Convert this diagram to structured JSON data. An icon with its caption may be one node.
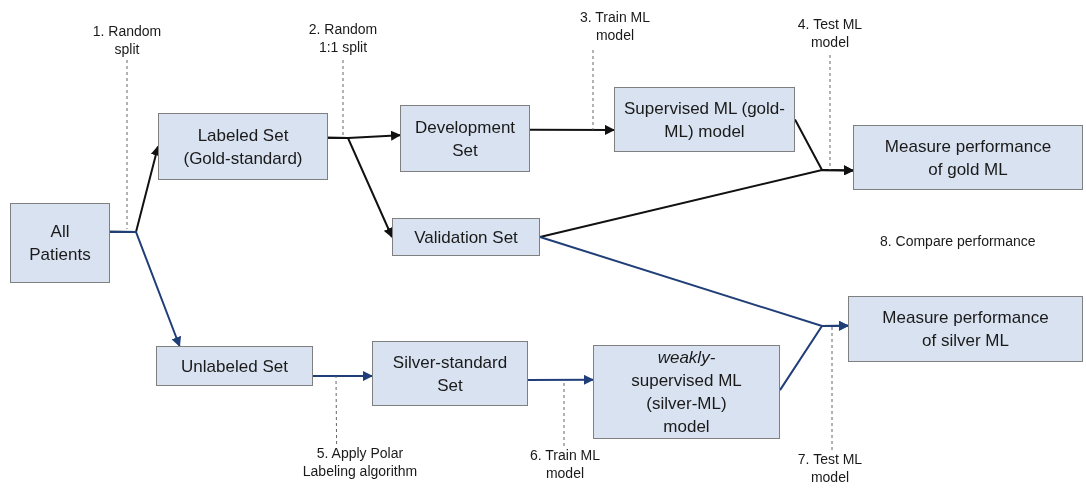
{
  "diagram": {
    "nodes": [
      {
        "text": [
          "All Patients"
        ]
      },
      {
        "text": [
          "Labeled Set (Gold-standard)"
        ]
      },
      {
        "text": [
          "Unlabeled Set"
        ]
      },
      {
        "text": [
          "Development Set"
        ]
      },
      {
        "text": [
          "Validation Set"
        ]
      },
      {
        "text": [
          "Silver-standard Set"
        ]
      },
      {
        "text": [
          "Supervised ML (gold-ML) model"
        ]
      },
      {
        "text": [
          "*weakly-* supervised ML (silver-ML) model"
        ]
      },
      {
        "text": [
          "Measure performance of gold ML"
        ]
      },
      {
        "text": [
          "Measure performance of silver ML"
        ]
      },
      {
        "text": [
          "1. Random split"
        ]
      },
      {
        "text": [
          "2. Random 1:1 split"
        ]
      },
      {
        "text": [
          "3. Train ML model"
        ]
      },
      {
        "text": [
          "4. Test ML model"
        ]
      },
      {
        "text": [
          "5. Apply Polar Labeling algorithm"
        ]
      },
      {
        "text": [
          "6. Train ML model"
        ]
      },
      {
        "text": [
          "7. Test ML model"
        ]
      }
    ],
    "edges": [
      {
        "from": 0,
        "to": 1,
        "arrow": "to"
      },
      {
        "from": 0,
        "to": 2,
        "arrow": "to",
        "color": "#203f78"
      },
      {
        "from": 1,
        "to": 3,
        "arrow": "to"
      },
      {
        "from": 1,
        "to": 4,
        "arrow": "to"
      },
      {
        "from": 3,
        "to": 6,
        "arrow": "to"
      },
      {
        "from": 6,
        "to": 8,
        "arrow": "to"
      },
      {
        "from": 4,
        "to": 8,
        "arrow": "to"
      },
      {
        "from": 2,
        "to": 5,
        "arrow": "to",
        "color": "#203f78"
      },
      {
        "from": 5,
        "to": 7,
        "arrow": "to",
        "color": "#203f78"
      },
      {
        "from": 4,
        "to": 9,
        "arrow": "to",
        "color": "#203f78"
      },
      {
        "from": 7,
        "to": 9,
        "arrow": "to",
        "color": "#203f78"
      },
      {
        "from": 10,
        "to": null,
        "arrow": "none",
        "style": "dashed",
        "color": "#666666"
      },
      {
        "from": 11,
        "to": null,
        "arrow": "none",
        "style": "dashed",
        "color": "#666666"
      },
      {
        "from": 12,
        "to": null,
        "arrow": "none",
        "style": "dashed",
        "color": "#666666"
      },
      {
        "from": 13,
        "to": null,
        "arrow": "none",
        "style": "dashed",
        "color": "#666666"
      },
      {
        "from": 14,
        "to": null,
        "arrow": "none",
        "style": "dashed",
        "color": "#666666"
      },
      {
        "from": 15,
        "to": null,
        "arrow": "none",
        "style": "dashed",
        "color": "#666666"
      },
      {
        "from": 16,
        "to": null,
        "arrow": "none",
        "style": "dashed",
        "color": "#666666"
      }
    ],
    "labels": [
      "8. Compare performance"
    ]
  }
}
